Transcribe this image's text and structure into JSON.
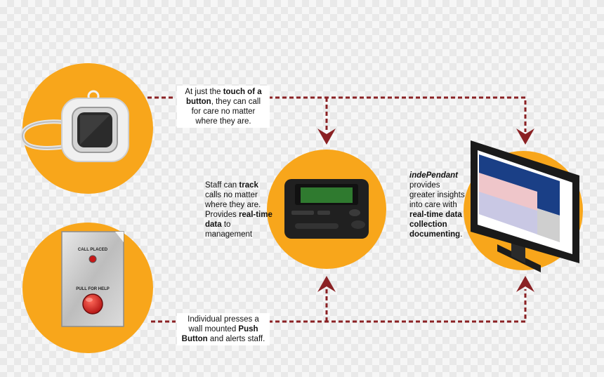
{
  "colors": {
    "circle": "#f8a61b",
    "connector": "#8b2124",
    "screen_blue": "#1a3f86",
    "screen_pink": "#efc6ca",
    "screen_lavender": "#c9c8e4",
    "screen_gray": "#cfcfcf"
  },
  "panel": {
    "call_placed": "CALL PLACED",
    "pull_for_help": "PULL FOR HELP"
  },
  "captions": {
    "pendant": {
      "t1": "At just the ",
      "b1": "touch of a button",
      "t2": ", they can call for care no matter where they are."
    },
    "staff": {
      "t1": "Staff can ",
      "b1": "track",
      "t2": " calls no matter where they are. Provides ",
      "b2": "real-time data",
      "t3": " to management"
    },
    "independant": {
      "i1": "indePendant",
      "t1": " provides greater insights into care with ",
      "b1": "real-time data collection documenting",
      "t2": "."
    },
    "pushbutton": {
      "t1": "Individual presses a wall mounted ",
      "b1": "Push Button",
      "t2": " and alerts staff."
    }
  }
}
